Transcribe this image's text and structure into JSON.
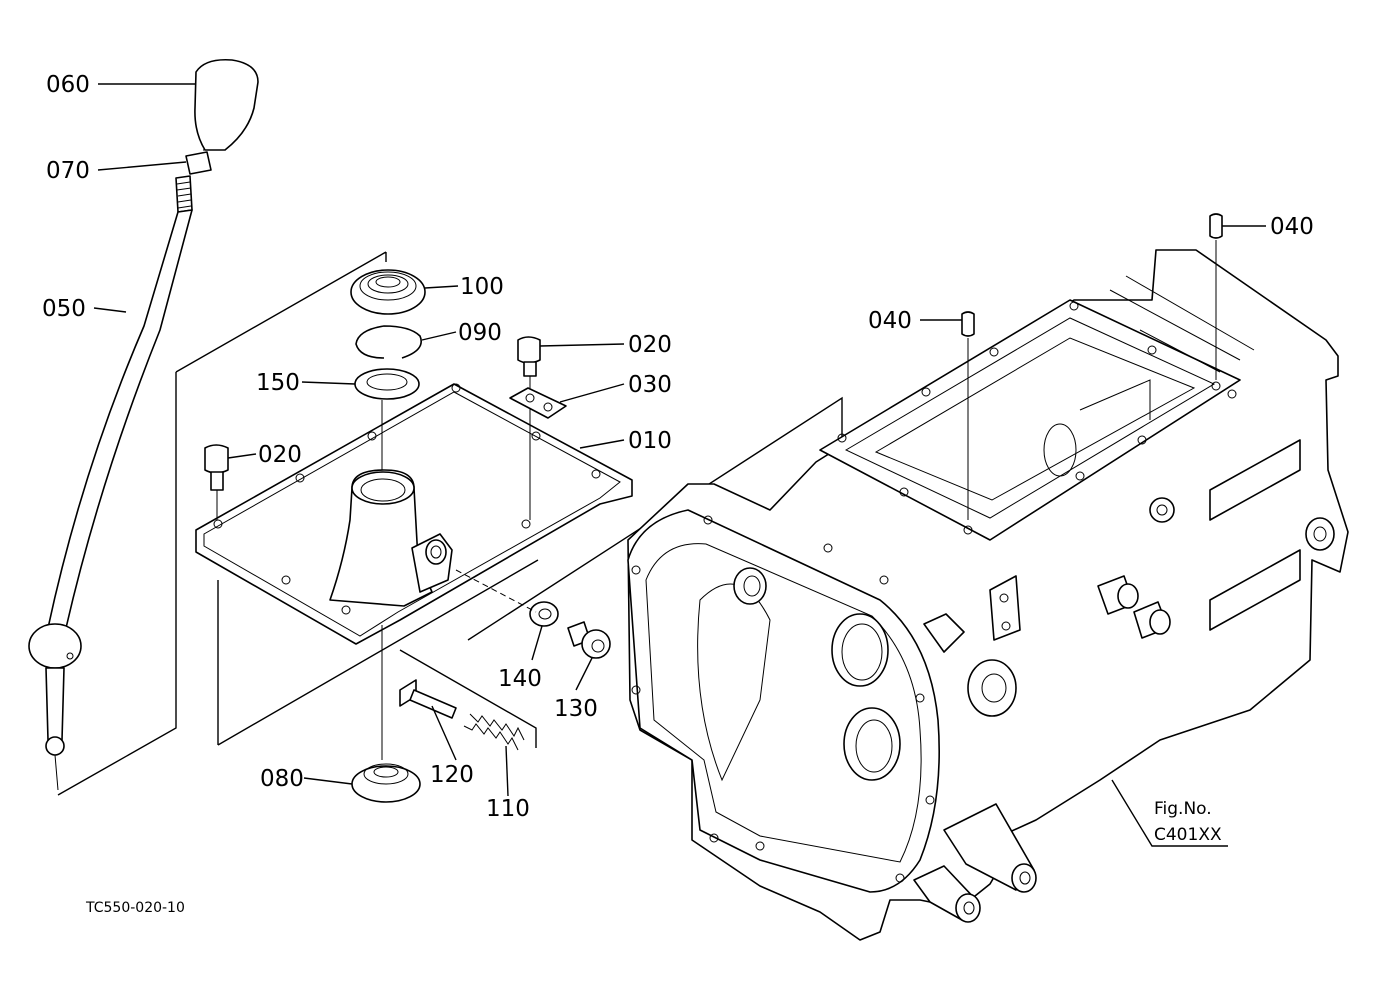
{
  "labels": {
    "p060": "060",
    "p070": "070",
    "p050": "050",
    "p100": "100",
    "p090": "090",
    "p150": "150",
    "p020a": "020",
    "p030": "030",
    "p010": "010",
    "p020b": "020",
    "p040a": "040",
    "p040b": "040",
    "p140": "140",
    "p130": "130",
    "p080": "080",
    "p120": "120",
    "p110": "110"
  },
  "fig": {
    "line1": "Fig.No.",
    "line2": "C401XX"
  },
  "drawing_code": "TC550-020-10"
}
